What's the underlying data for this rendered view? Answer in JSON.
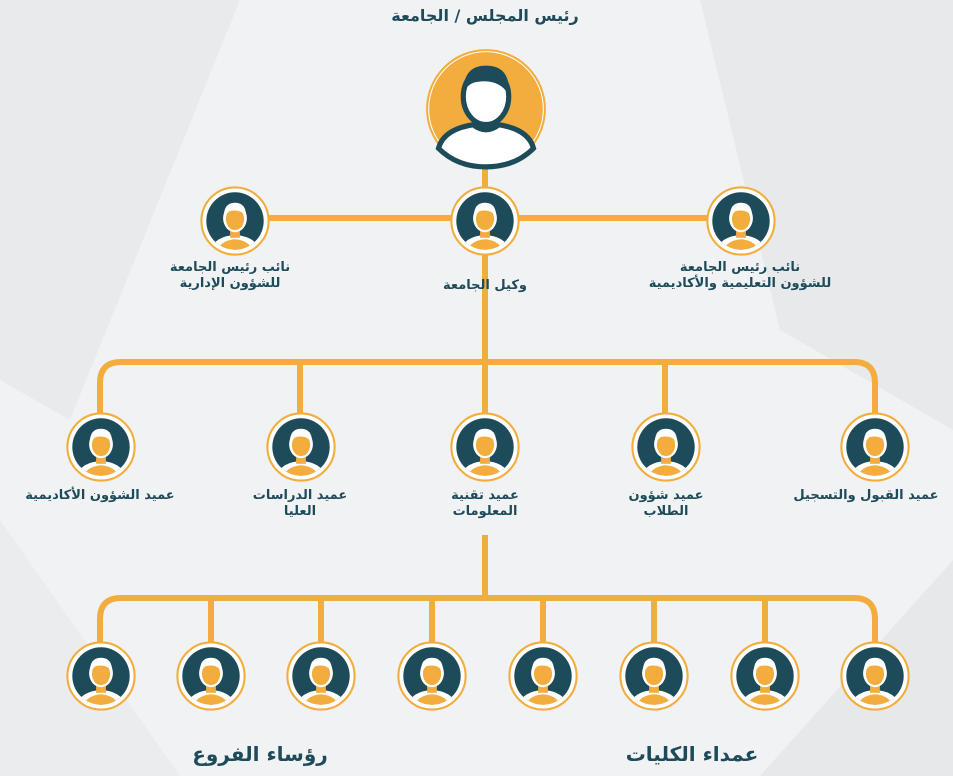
{
  "colors": {
    "navy": "#1e4b5a",
    "orange": "#f3ad3e",
    "cream": "#ffffff",
    "background": "#f1f2f3"
  },
  "top": {
    "title": "رئيس المجلس / الجامعة",
    "icon": "person-icon"
  },
  "level2": [
    {
      "label": "نائب رئيس الجامعة\nللشؤون الإدارية"
    },
    {
      "label": "وكيل الجامعة"
    },
    {
      "label": "نائب رئيس الجامعة\nللشؤون التعليمية والأكاديمية"
    }
  ],
  "level3": [
    {
      "label": "عميد الشؤون الأكاديمية"
    },
    {
      "label": "عميد الدراسات\nالعليا"
    },
    {
      "label": "عميد تقنية\nالمعلومات"
    },
    {
      "label": "عميد شؤون\nالطلاب"
    },
    {
      "label": "عميد القبول والتسجيل"
    }
  ],
  "level4_footer": {
    "left": "رؤساء الفروع",
    "right": "عمداء الكليات"
  }
}
